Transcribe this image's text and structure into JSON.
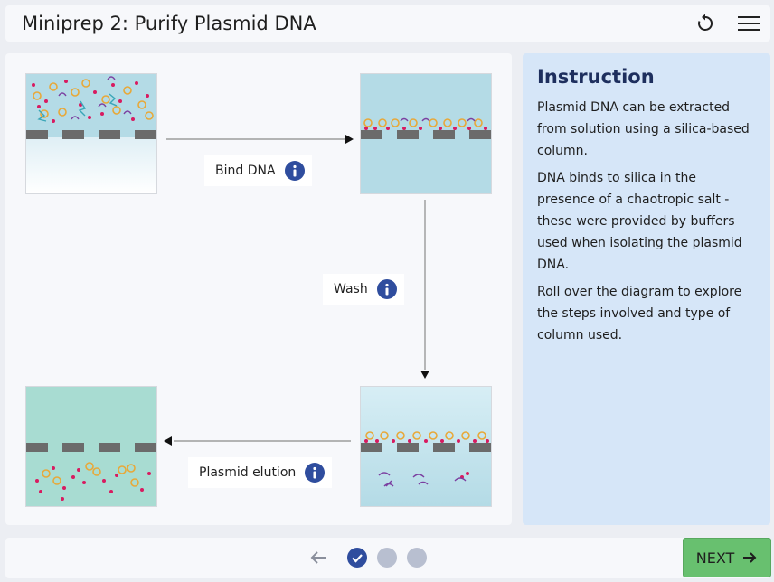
{
  "header": {
    "title": "Miniprep 2: Purify Plasmid DNA",
    "restart_icon": "restart-icon",
    "menu_icon": "hamburger-menu-icon"
  },
  "diagram": {
    "steps": [
      {
        "label": "Bind DNA",
        "icon": "info-icon"
      },
      {
        "label": "Wash",
        "icon": "info-icon"
      },
      {
        "label": "Plasmid elution",
        "icon": "info-icon"
      }
    ]
  },
  "instruction": {
    "title": "Instruction",
    "paragraphs": [
      "Plasmid DNA can be extracted from solution using a silica-based column.",
      "DNA binds to silica in the presence of a chaotropic salt - these were provided by buffers used when isolating the plasmid DNA.",
      "Roll over the diagram to explore the steps involved and type of column used."
    ]
  },
  "footer": {
    "next_label": "NEXT",
    "back_icon": "arrow-left-icon",
    "next_icon": "arrow-right-icon",
    "completed_icon": "check-icon"
  },
  "colors": {
    "accent": "#2f4d9e",
    "next": "#68c06f",
    "instruction_bg": "#d6e6f8",
    "plasmid": "#e8a838",
    "salt": "#d81b60",
    "protein": "#7b3fa0"
  }
}
